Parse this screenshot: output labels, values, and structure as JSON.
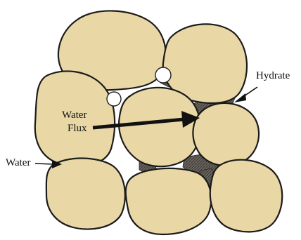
{
  "labels": {
    "hydrate": "Hydrate",
    "water_flux_line1": "Water",
    "water_flux_line2": "Flux",
    "water": "Water"
  },
  "colors": {
    "grain_fill": "#E9D8A6",
    "hydrate_fill": "#5f5a55",
    "water_pore_fill": "#ffffff",
    "outline": "#1b1b1b",
    "background": "#ffffff"
  }
}
